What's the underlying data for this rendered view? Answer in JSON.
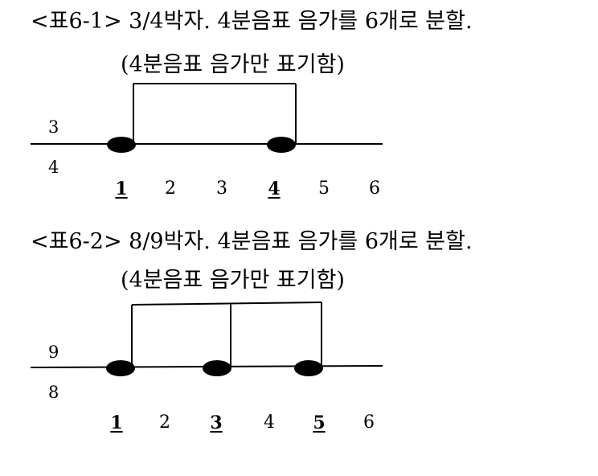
{
  "diagrams": [
    {
      "title": "<표6-1> 3/4박자. 4분음표 음가를 6개로 분할.",
      "subtitle": "(4분음표 음가만 표기함)",
      "time_signature": {
        "top": "3",
        "bottom": "4"
      },
      "beats": [
        {
          "label": "1",
          "accent": true
        },
        {
          "label": "2",
          "accent": false
        },
        {
          "label": "3",
          "accent": false
        },
        {
          "label": "4",
          "accent": true
        },
        {
          "label": "5",
          "accent": false
        },
        {
          "label": "6",
          "accent": false
        }
      ],
      "note_beats": [
        1,
        4
      ],
      "bracket_groups": [
        [
          1,
          4
        ]
      ]
    },
    {
      "title": "<표6-2> 8/9박자. 4분음표 음가를 6개로 분할.",
      "subtitle": "(4분음표 음가만 표기함)",
      "time_signature": {
        "top": "9",
        "bottom": "8"
      },
      "beats": [
        {
          "label": "1",
          "accent": true
        },
        {
          "label": "2",
          "accent": false
        },
        {
          "label": "3",
          "accent": true
        },
        {
          "label": "4",
          "accent": false
        },
        {
          "label": "5",
          "accent": true
        },
        {
          "label": "6",
          "accent": false
        }
      ],
      "note_beats": [
        1,
        3,
        5
      ],
      "bracket_groups": [
        [
          1,
          3
        ],
        [
          3,
          5
        ]
      ]
    }
  ],
  "colors": {
    "ink": "#000000",
    "background": "#ffffff"
  }
}
